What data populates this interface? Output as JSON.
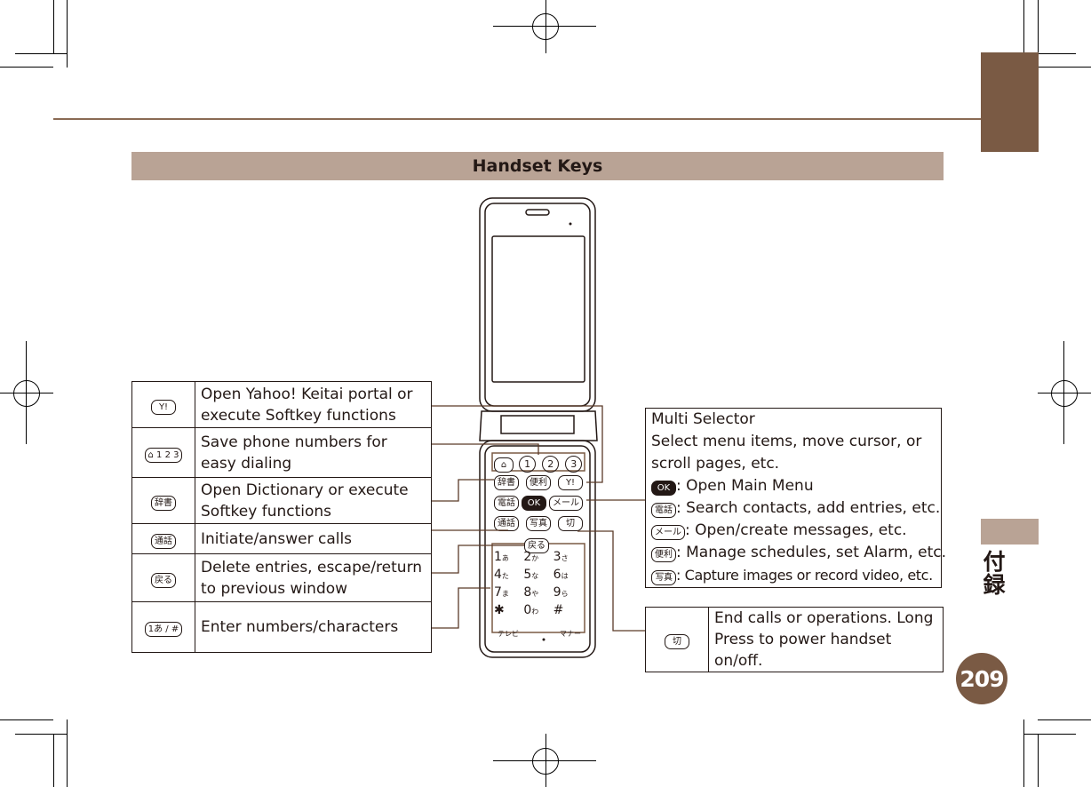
{
  "section_title": "Handset Keys",
  "page_number": "209",
  "side_index_label": "付録",
  "left_table": [
    {
      "key_label": "Y!",
      "description": "Open Yahoo! Keitai portal or execute Softkey functions"
    },
    {
      "key_label": "⌂ 1 2 3",
      "description": "Save phone numbers for easy dialing"
    },
    {
      "key_label": "辞書",
      "description": "Open Dictionary or execute Softkey functions"
    },
    {
      "key_label": "通話",
      "description": "Initiate/answer calls"
    },
    {
      "key_label": "戻る",
      "description": "Delete entries, escape/return to previous window"
    },
    {
      "key_label": "1あ / #",
      "description": "Enter numbers/characters"
    }
  ],
  "multi_selector": {
    "title": "Multi Selector",
    "description": "Select menu items, move cursor, or scroll pages, etc.",
    "items": [
      {
        "key_label": "OK",
        "text": ": Open Main Menu"
      },
      {
        "key_label": "電話",
        "text": ": Search contacts, add entries, etc."
      },
      {
        "key_label": "メール",
        "text": ": Open/create messages, etc."
      },
      {
        "key_label": "便利",
        "text": ": Manage schedules, set Alarm, etc."
      },
      {
        "key_label": "写真",
        "text": ": Capture images or record video, etc."
      }
    ]
  },
  "end_key": {
    "key_label": "切",
    "description": "End calls or operations. Long Press to power handset on/off."
  },
  "phone": {
    "top_keys": [
      "1",
      "2",
      "3"
    ],
    "row2": [
      "辞書",
      "便利",
      "Y!"
    ],
    "row3": [
      "電話",
      "OK",
      "メール"
    ],
    "row4": [
      "通話",
      "写真",
      "切"
    ],
    "row5": [
      "戻る"
    ],
    "keypad": [
      "1",
      "2",
      "3",
      "4",
      "5",
      "6",
      "7",
      "8",
      "9",
      "✱",
      "0",
      "#"
    ],
    "keypad_kana": [
      "あ",
      "か",
      "さ",
      "た",
      "な",
      "は",
      "ま",
      "や",
      "ら",
      "",
      "わ",
      ""
    ],
    "bottom_left": "テレビ",
    "bottom_right": "マナー"
  },
  "colors": {
    "accent_dark": "#7a5a44",
    "accent_light": "#b9a395",
    "rule": "#8a6a54"
  }
}
